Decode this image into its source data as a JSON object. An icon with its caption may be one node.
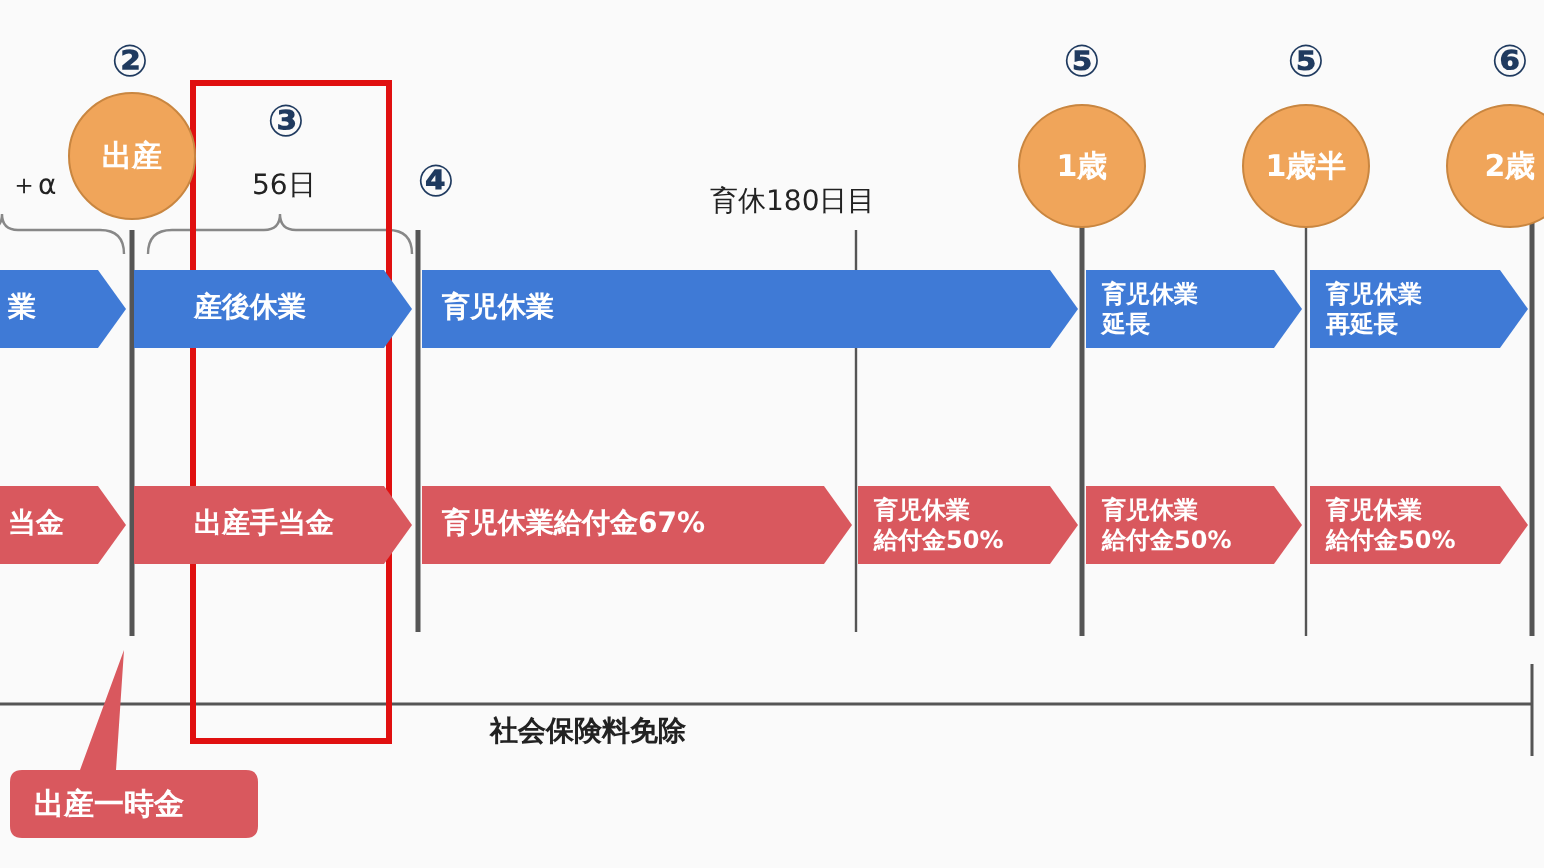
{
  "diagram": {
    "nodes": [
      {
        "text": [
          "出産"
        ],
        "beside": [
          "②"
        ]
      },
      {
        "text": [
          "1歳"
        ],
        "beside": [
          "⑤"
        ]
      },
      {
        "text": [
          "1歳半"
        ],
        "beside": [
          "⑤"
        ]
      },
      {
        "text": [
          "2歳"
        ],
        "beside": [
          "⑥"
        ]
      },
      {
        "text": [
          "業"
        ]
      },
      {
        "text": [
          "産後休業"
        ]
      },
      {
        "text": [
          "育児休業"
        ]
      },
      {
        "text": [
          "育児休業延長"
        ]
      },
      {
        "text": [
          "育児休業再延長"
        ]
      },
      {
        "text": [
          "当金"
        ]
      },
      {
        "text": [
          "出産手当金"
        ]
      },
      {
        "text": [
          "育児休業給付金67%"
        ]
      },
      {
        "text": [
          "育児休業給付金50%"
        ]
      },
      {
        "text": [
          "育児休業給付金50%"
        ]
      },
      {
        "text": [
          "育児休業給付金50%"
        ]
      },
      {
        "text": [
          "出産一時金"
        ]
      }
    ],
    "labels": [
      "＋α",
      "③",
      "56日",
      "④",
      "育休180日目",
      "社会保険料免除"
    ]
  }
}
